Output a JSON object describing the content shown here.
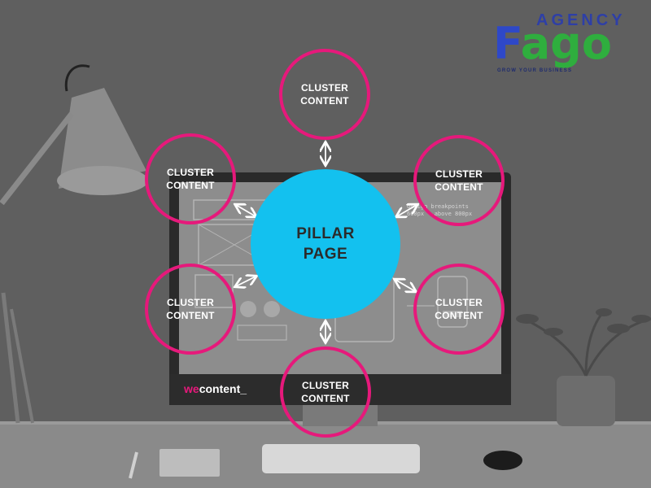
{
  "logo": {
    "agency": "AGENCY",
    "f": "F",
    "ago": "ago",
    "tagline": "GROW YOUR BUSINESS",
    "colors": {
      "blue": "#2e48c8",
      "green": "#2fae3e"
    }
  },
  "diagram": {
    "center": {
      "line1": "PILLAR",
      "line2": "PAGE"
    },
    "nodes": [
      {
        "line1": "CLUSTER",
        "line2": "CONTENT"
      },
      {
        "line1": "CLUSTER",
        "line2": "CONTENT"
      },
      {
        "line1": "CLUSTER",
        "line2": "CONTENT"
      },
      {
        "line1": "CLUSTER",
        "line2": "CONTENT"
      },
      {
        "line1": "CLUSTER",
        "line2": "CONTENT"
      },
      {
        "line1": "CLUSTER",
        "line2": "CONTENT"
      }
    ],
    "colors": {
      "center": "#13c1ef",
      "ring": "#e6197b"
    }
  },
  "monitor": {
    "brand_we": "we",
    "brand_rest": "content_",
    "note_line1": "design breakpoints",
    "note_line2": "600px - above 800px"
  }
}
